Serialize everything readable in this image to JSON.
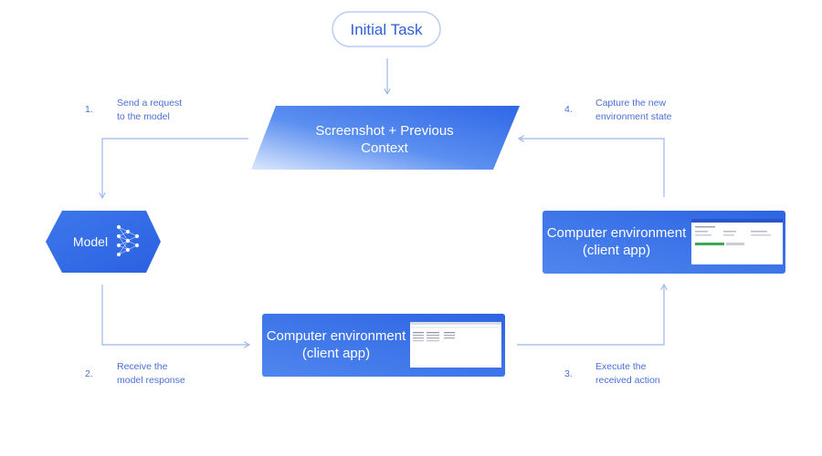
{
  "initial_task": "Initial Task",
  "context_box": {
    "line1": "Screenshot + Previous",
    "line2": "Context"
  },
  "model": {
    "label": "Model",
    "icon": "neural-network-icon"
  },
  "env_box_bottom": {
    "line1": "Computer environment",
    "line2": "(client app)"
  },
  "env_box_right": {
    "line1": "Computer environment",
    "line2": "(client app)"
  },
  "steps": [
    {
      "number": "1.",
      "line1": "Send a request",
      "line2": "to the model"
    },
    {
      "number": "2.",
      "line1": "Receive the",
      "line2": "model response"
    },
    {
      "number": "3.",
      "line1": "Execute the",
      "line2": "received action"
    },
    {
      "number": "4.",
      "line1": "Capture the new",
      "line2": "environment state"
    }
  ],
  "colors": {
    "primary_blue": "#3a74e8",
    "light_blue": "#a9c6f7",
    "text_blue": "#4a6fd6",
    "arrow": "#9bb6ec"
  }
}
